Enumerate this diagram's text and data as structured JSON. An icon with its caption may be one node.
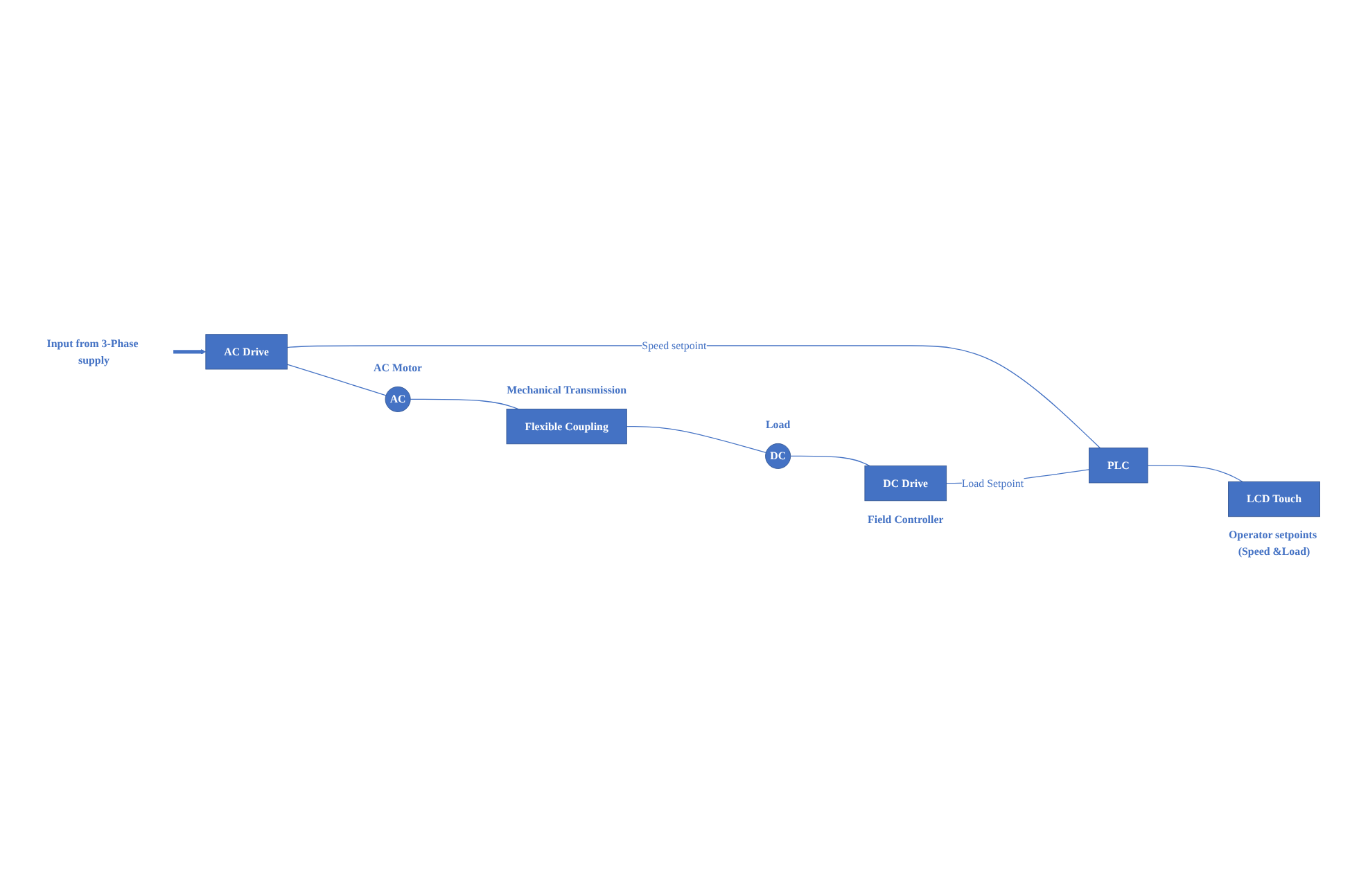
{
  "diagram": {
    "nodes": [
      {
        "text": [
          "Input from 3-Phase supply"
        ]
      },
      {
        "text": [
          "AC Drive"
        ]
      },
      {
        "text": [
          "AC"
        ],
        "beside": [
          "AC Motor"
        ]
      },
      {
        "text": [
          "Flexible Coupling"
        ],
        "beside": [
          "Mechanical Transmission"
        ]
      },
      {
        "text": [
          "DC"
        ],
        "beside": [
          "Load"
        ]
      },
      {
        "text": [
          "DC Drive"
        ],
        "beside": [
          "Field Controller"
        ]
      },
      {
        "text": [
          "PLC"
        ]
      },
      {
        "text": [
          "LCD Touch"
        ],
        "beside": [
          "Operator setpoints (Speed &Load)"
        ]
      }
    ],
    "edges": [
      {
        "from": 0,
        "to": 1,
        "arrow": "to",
        "style": "thick"
      },
      {
        "from": 1,
        "to": 2,
        "arrow": "none"
      },
      {
        "from": 2,
        "to": 3,
        "arrow": "none"
      },
      {
        "from": 3,
        "to": 4,
        "arrow": "none"
      },
      {
        "from": 4,
        "to": 5,
        "arrow": "none"
      },
      {
        "from": 1,
        "to": 6,
        "arrow": "none",
        "label": "Speed setpoint"
      },
      {
        "from": 5,
        "to": 6,
        "arrow": "none",
        "label": "Load Setpoint"
      },
      {
        "from": 6,
        "to": 7,
        "arrow": "none"
      }
    ]
  }
}
